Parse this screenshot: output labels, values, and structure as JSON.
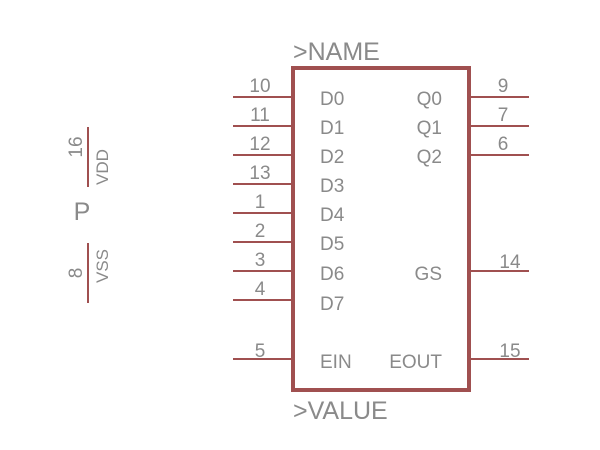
{
  "component": {
    "name_label": ">NAME",
    "value_label": ">VALUE",
    "colors": {
      "outline": "#a05050",
      "text": "#8a8a8a",
      "background": "#ffffff"
    }
  },
  "left_pins": [
    {
      "num": "10",
      "name": "D0"
    },
    {
      "num": "11",
      "name": "D1"
    },
    {
      "num": "12",
      "name": "D2"
    },
    {
      "num": "13",
      "name": "D3"
    },
    {
      "num": "1",
      "name": "D4"
    },
    {
      "num": "2",
      "name": "D5"
    },
    {
      "num": "3",
      "name": "D6"
    },
    {
      "num": "4",
      "name": "D7"
    },
    {
      "num": "5",
      "name": "EIN"
    }
  ],
  "right_pins": [
    {
      "num": "9",
      "name": "Q0"
    },
    {
      "num": "7",
      "name": "Q1"
    },
    {
      "num": "6",
      "name": "Q2"
    },
    {
      "num": "14",
      "name": "GS"
    },
    {
      "num": "15",
      "name": "EOUT"
    }
  ],
  "power": {
    "label": "P",
    "vdd": {
      "num": "16",
      "name": "VDD"
    },
    "vss": {
      "num": "8",
      "name": "VSS"
    }
  }
}
